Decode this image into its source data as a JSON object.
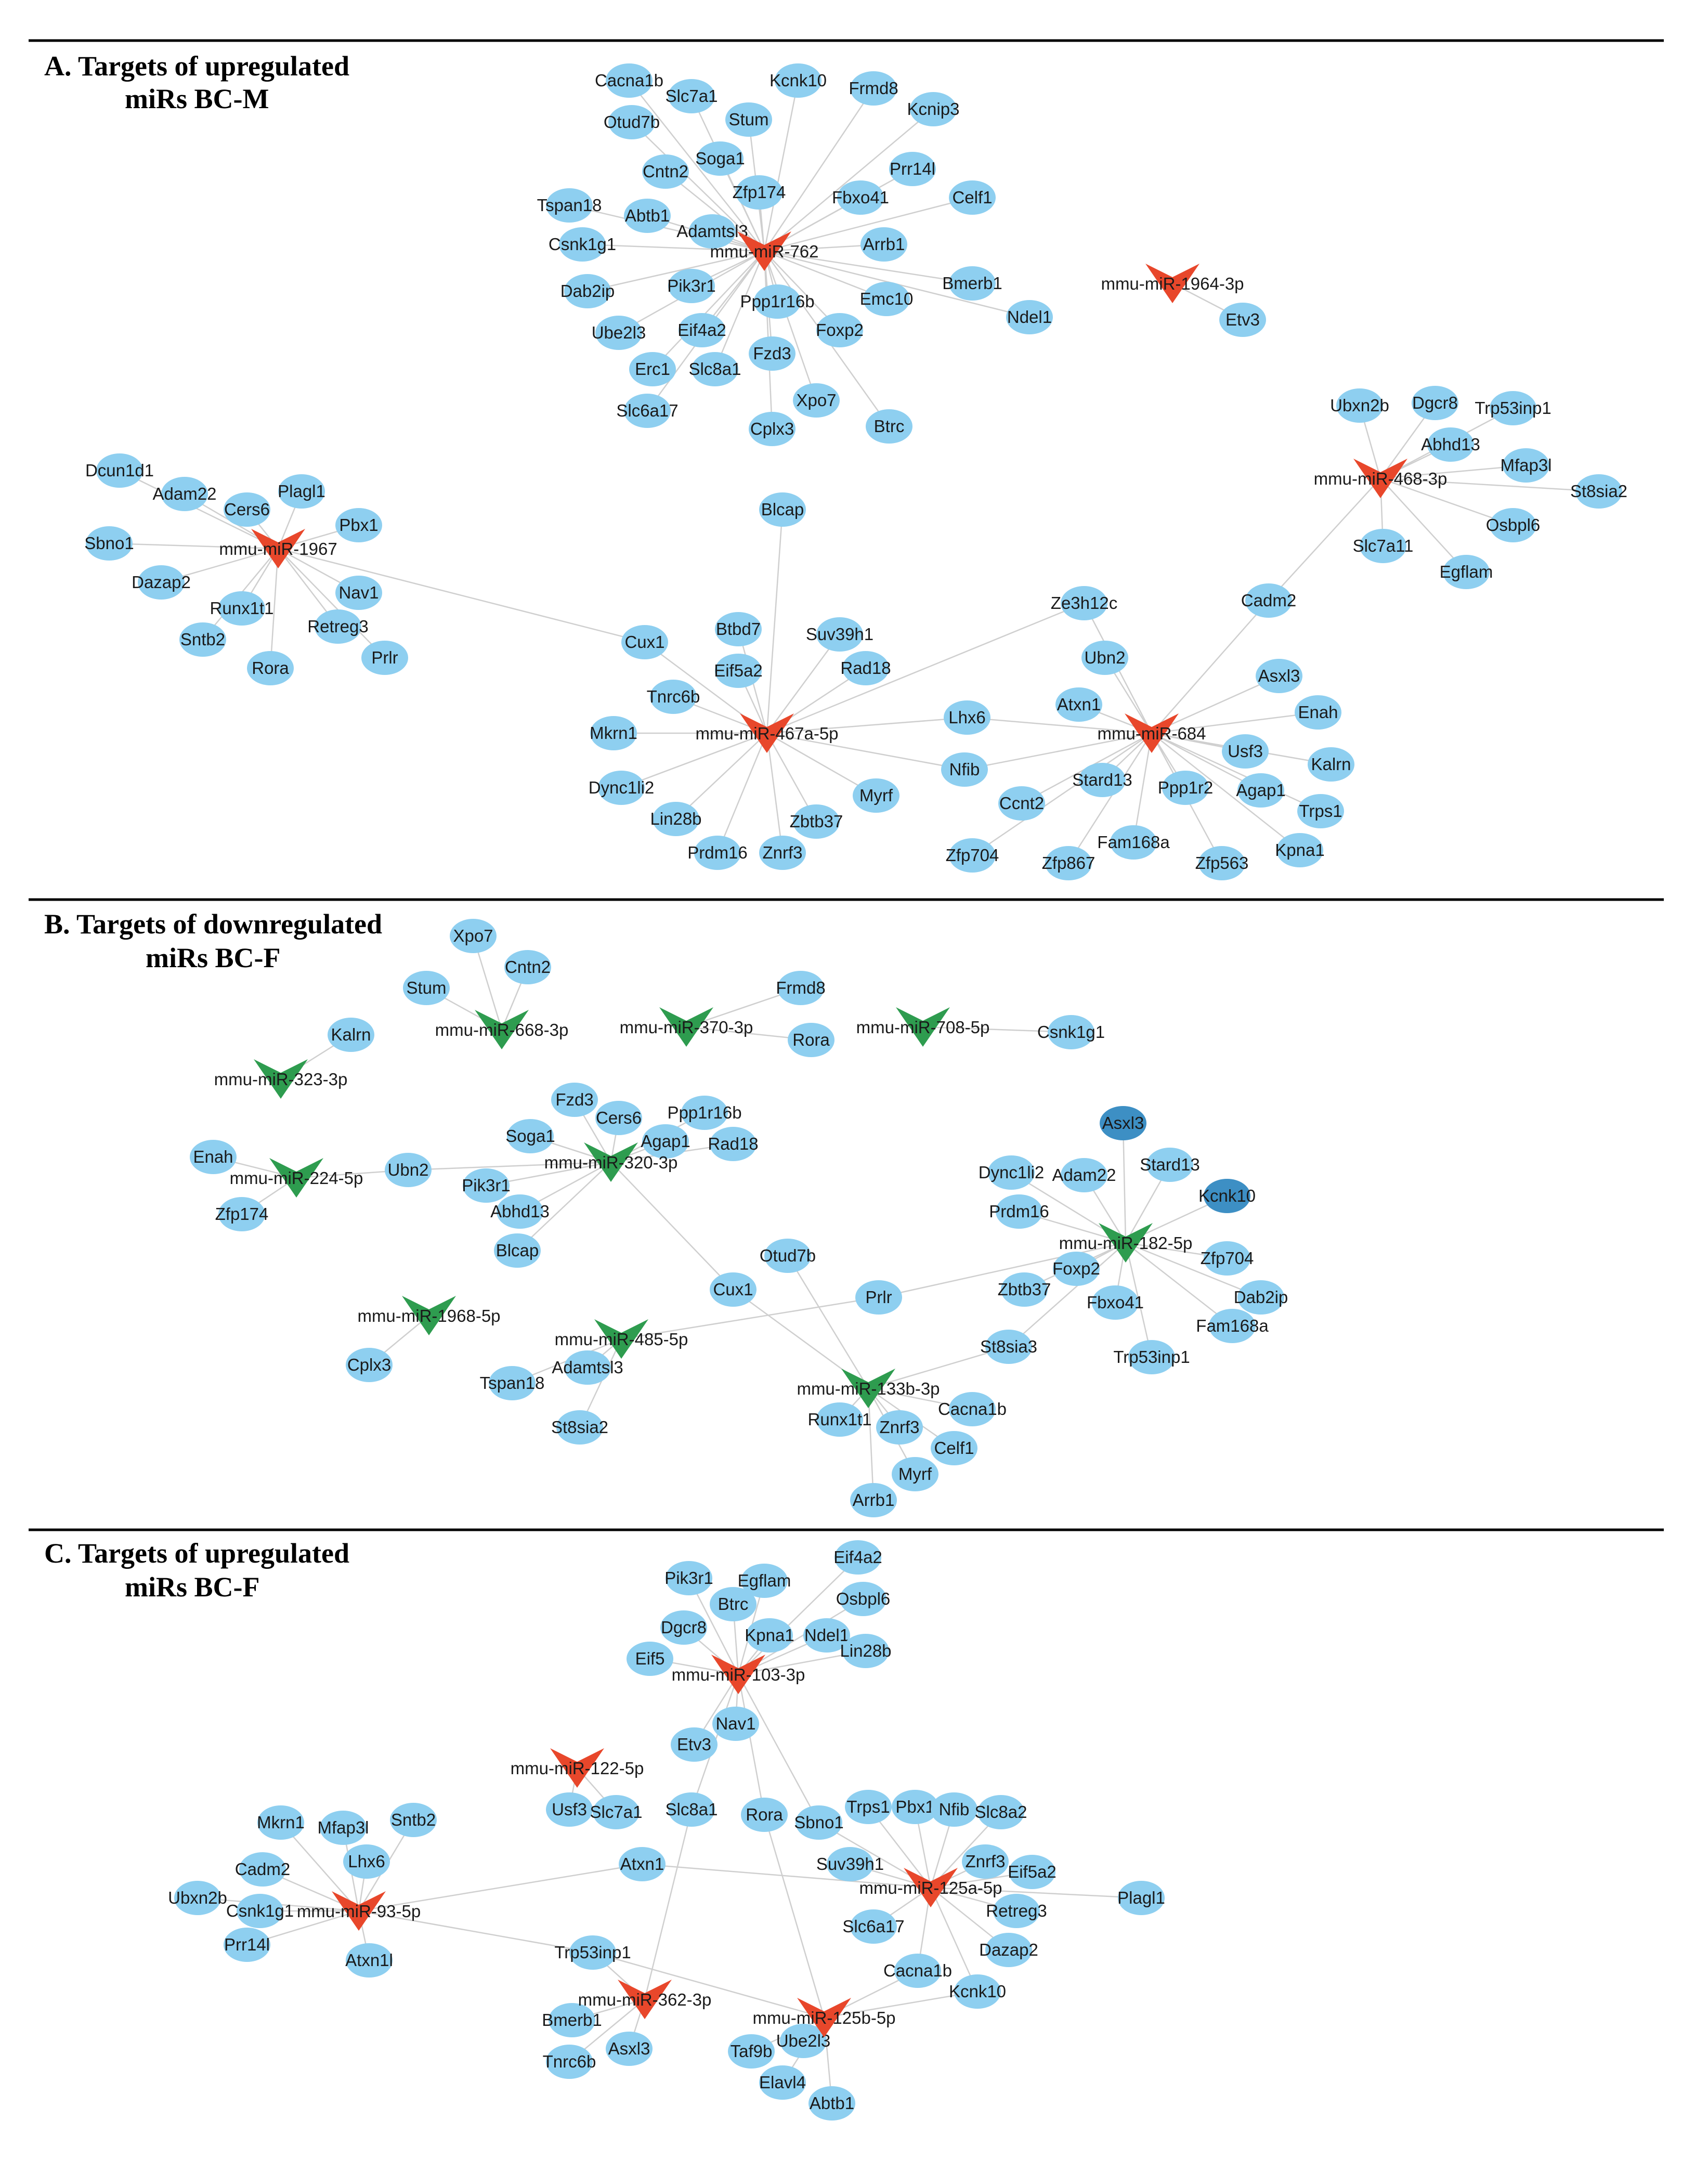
{
  "colors": {
    "gene": "#8ecff0",
    "gene_dark": "#3d8fc4",
    "mir_up": "#e8472b",
    "mir_down": "#2e9c4f",
    "edge": "#cfcfcf"
  },
  "panels": [
    {
      "id": "A",
      "title_line1": "A. Targets of upregulated",
      "title_line2": "miRs BC-M",
      "mirs": [
        {
          "name": "mmu-miR-762",
          "dir": "up",
          "targets": [
            "Cacna1b",
            "Slc7a1",
            "Kcnk10",
            "Frmd8",
            "Kcnip3",
            "Otud7b",
            "Stum",
            "Soga1",
            "Cntn2",
            "Zfp174",
            "Prr14l",
            "Celf1",
            "Tspan18",
            "Abtb1",
            "Adamtsl3",
            "Fbxo41",
            "Csnk1g1",
            "Arrb1",
            "Dab2ip",
            "Pik3r1",
            "Ppp1r16b",
            "Emc10",
            "Bmerb1",
            "Ndel1",
            "Ube2l3",
            "Eif4a2",
            "Fzd3",
            "Foxp2",
            "Erc1",
            "Slc8a1",
            "Slc6a17",
            "Xpo7",
            "Cplx3",
            "Btrc"
          ]
        },
        {
          "name": "mmu-miR-1964-3p",
          "dir": "up",
          "targets": [
            "Etv3"
          ]
        },
        {
          "name": "mmu-miR-468-3p",
          "dir": "up",
          "targets": [
            "Ubxn2b",
            "Dgcr8",
            "Trp53inp1",
            "Abhd13",
            "Mfap3l",
            "St8sia2",
            "Osbpl6",
            "Slc7a11",
            "Egflam",
            "Cadm2"
          ]
        },
        {
          "name": "mmu-miR-1967",
          "dir": "up",
          "targets": [
            "Dcun1d1",
            "Adam22",
            "Plagl1",
            "Cers6",
            "Pbx1",
            "Sbno1",
            "Nav1",
            "Dazap2",
            "Runx1t1",
            "Retreg3",
            "Sntb2",
            "Prlr",
            "Rora",
            "Cux1"
          ]
        },
        {
          "name": "mmu-miR-467a-5p",
          "dir": "up",
          "targets": [
            "Blcap",
            "Cux1",
            "Btbd7",
            "Suv39h1",
            "Eif5a2",
            "Rad18",
            "Tnrc6b",
            "Lhx6",
            "Mkrn1",
            "Nfib",
            "Dync1li2",
            "Myrf",
            "Lin28b",
            "Zbtb37",
            "Prdm16",
            "Znrf3",
            "Ze3h12c"
          ]
        },
        {
          "name": "mmu-miR-684",
          "dir": "up",
          "targets": [
            "Lhx6",
            "Nfib",
            "Cadm2",
            "Ubn2",
            "Asxl3",
            "Atxn1",
            "Enah",
            "Usf3",
            "Kalrn",
            "Stard13",
            "Ppp1r2",
            "Agap1",
            "Trps1",
            "Ccnt2",
            "Fam168a",
            "Kpna1",
            "Zfp704",
            "Zfp867",
            "Zfp563",
            "Ze3h12c"
          ]
        }
      ],
      "genes": [
        "Cacna1b",
        "Slc7a1",
        "Kcnk10",
        "Frmd8",
        "Kcnip3",
        "Otud7b",
        "Stum",
        "Soga1",
        "Cntn2",
        "Zfp174",
        "Prr14l",
        "Celf1",
        "Tspan18",
        "Abtb1",
        "Adamtsl3",
        "Fbxo41",
        "Csnk1g1",
        "Arrb1",
        "Dab2ip",
        "Pik3r1",
        "Ppp1r16b",
        "Emc10",
        "Bmerb1",
        "Ndel1",
        "Ube2l3",
        "Eif4a2",
        "Fzd3",
        "Foxp2",
        "Erc1",
        "Slc8a1",
        "Slc6a17",
        "Xpo7",
        "Cplx3",
        "Btrc",
        "Etv3",
        "Ubxn2b",
        "Dgcr8",
        "Trp53inp1",
        "Abhd13",
        "Mfap3l",
        "St8sia2",
        "Osbpl6",
        "Slc7a11",
        "Egflam",
        "Blcap",
        "Dcun1d1",
        "Adam22",
        "Plagl1",
        "Cers6",
        "Pbx1",
        "Sbno1",
        "Nav1",
        "Dazap2",
        "Runx1t1",
        "Retreg3",
        "Sntb2",
        "Prlr",
        "Rora",
        "Ze3h12c",
        "Cadm2",
        "Cux1",
        "Btbd7",
        "Suv39h1",
        "Eif5a2",
        "Rad18",
        "Ubn2",
        "Asxl3",
        "Tnrc6b",
        "Lhx6",
        "Atxn1",
        "Enah",
        "Mkrn1",
        "Nfib",
        "Usf3",
        "Kalrn",
        "Dync1li2",
        "Stard13",
        "Ppp1r2",
        "Agap1",
        "Myrf",
        "Ccnt2",
        "Trps1",
        "Lin28b",
        "Zbtb37",
        "Fam168a",
        "Prdm16",
        "Znrf3",
        "Zfp704",
        "Zfp867",
        "Zfp563",
        "Kpna1"
      ]
    },
    {
      "id": "B",
      "title_line1": "B. Targets of downregulated",
      "title_line2": "miRs BC-F",
      "mirs": [
        {
          "name": "mmu-miR-668-3p",
          "dir": "down",
          "targets": [
            "Xpo7",
            "Cntn2",
            "Stum"
          ]
        },
        {
          "name": "mmu-miR-370-3p",
          "dir": "down",
          "targets": [
            "Frmd8",
            "Rora"
          ]
        },
        {
          "name": "mmu-miR-708-5p",
          "dir": "down",
          "targets": [
            "Csnk1g1"
          ]
        },
        {
          "name": "mmu-miR-323-3p",
          "dir": "down",
          "targets": [
            "Kalrn"
          ]
        },
        {
          "name": "mmu-miR-224-5p",
          "dir": "down",
          "targets": [
            "Enah",
            "Zfp174",
            "Ubn2"
          ]
        },
        {
          "name": "mmu-miR-320-3p",
          "dir": "down",
          "targets": [
            "Ubn2",
            "Fzd3",
            "Cers6",
            "Ppp1r16b",
            "Soga1",
            "Agap1",
            "Rad18",
            "Pik3r1",
            "Abhd13",
            "Blcap",
            "Cux1"
          ]
        },
        {
          "name": "mmu-miR-182-5p",
          "dir": "down",
          "targets": [
            "Asxl3",
            "Stard13",
            "Dync1li2",
            "Adam22",
            "Kcnk10",
            "Prdm16",
            "Foxp2",
            "Zfp704",
            "Zbtb37",
            "Fbxo41",
            "Dab2ip",
            "Fam168a",
            "Trp53inp1",
            "Prlr",
            "St8sia3"
          ]
        },
        {
          "name": "mmu-miR-1968-5p",
          "dir": "down",
          "targets": [
            "Cplx3"
          ]
        },
        {
          "name": "mmu-miR-485-5p",
          "dir": "down",
          "targets": [
            "Adamtsl3",
            "Tspan18",
            "St8sia2",
            "Prlr"
          ]
        },
        {
          "name": "mmu-miR-133b-3p",
          "dir": "down",
          "targets": [
            "Otud7b",
            "Cux1",
            "St8sia3",
            "Runx1t1",
            "Znrf3",
            "Cacna1b",
            "Celf1",
            "Myrf",
            "Arrb1"
          ]
        }
      ],
      "genes": [
        "Xpo7",
        "Cntn2",
        "Stum",
        "Frmd8",
        "Rora",
        "Csnk1g1",
        "Kalrn",
        "Asxl3",
        "Fzd3",
        "Cers6",
        "Ppp1r16b",
        "Soga1",
        "Agap1",
        "Rad18",
        "Stard13",
        "Enah",
        "Ubn2",
        "Dync1li2",
        "Adam22",
        "Kcnk10",
        "Pik3r1",
        "Abhd13",
        "Zfp174",
        "Prdm16",
        "Blcap",
        "Otud7b",
        "Foxp2",
        "Zfp704",
        "Cux1",
        "Prlr",
        "Zbtb37",
        "Dab2ip",
        "Fbxo41",
        "Fam168a",
        "Trp53inp1",
        "St8sia3",
        "Adamtsl3",
        "Tspan18",
        "Cplx3",
        "St8sia2",
        "Runx1t1",
        "Znrf3",
        "Cacna1b",
        "Celf1",
        "Myrf",
        "Arrb1"
      ]
    },
    {
      "id": "C",
      "title_line1": "C. Targets of upregulated",
      "title_line2": "miRs BC-F",
      "mirs": [
        {
          "name": "mmu-miR-103-3p",
          "dir": "up",
          "targets": [
            "Eif4a2",
            "Pik3r1",
            "Egflam",
            "Btrc",
            "Osbpl6",
            "Dgcr8",
            "Kpna1",
            "Ndel1",
            "Lin28b",
            "Eif5",
            "Nav1",
            "Etv3",
            "Slc8a1",
            "Rora",
            "Sbno1"
          ]
        },
        {
          "name": "mmu-miR-122-5p",
          "dir": "up",
          "targets": [
            "Usf3",
            "Slc7a1"
          ]
        },
        {
          "name": "mmu-miR-93-5p",
          "dir": "up",
          "targets": [
            "Mkrn1",
            "Mfap3l",
            "Sntb2",
            "Cadm2",
            "Lhx6",
            "Ubxn2b",
            "Csnk1g1",
            "Prr14l",
            "Atxn1l",
            "Atxn1",
            "Trp53inp1"
          ]
        },
        {
          "name": "mmu-miR-125a-5p",
          "dir": "up",
          "targets": [
            "Trps1",
            "Pbx1",
            "Nfib",
            "Slc8a2",
            "Sbno1",
            "Znrf3",
            "Suv39h1",
            "Eif5a2",
            "Plagl1",
            "Retreg3",
            "Slc6a17",
            "Dazap2",
            "Cacna1b",
            "Kcnk10",
            "Atxn1"
          ]
        },
        {
          "name": "mmu-miR-362-3p",
          "dir": "up",
          "targets": [
            "Trp53inp1",
            "Bmerb1",
            "Asxl3",
            "Tnrc6b",
            "Slc8a1"
          ]
        },
        {
          "name": "mmu-miR-125b-5p",
          "dir": "up",
          "targets": [
            "Taf9b",
            "Ube2l3",
            "Elavl4",
            "Abtb1",
            "Kcnk10",
            "Cacna1b",
            "Rora",
            "Trp53inp1"
          ]
        }
      ],
      "genes": [
        "Eif4a2",
        "Pik3r1",
        "Egflam",
        "Btrc",
        "Osbpl6",
        "Dgcr8",
        "Kpna1",
        "Ndel1",
        "Lin28b",
        "Eif5",
        "Nav1",
        "Etv3",
        "Usf3",
        "Slc7a1",
        "Slc8a1",
        "Rora",
        "Sbno1",
        "Trps1",
        "Pbx1",
        "Nfib",
        "Slc8a2",
        "Mkrn1",
        "Mfap3l",
        "Sntb2",
        "Cadm2",
        "Lhx6",
        "Atxn1",
        "Suv39h1",
        "Znrf3",
        "Eif5a2",
        "Plagl1",
        "Ubxn2b",
        "Csnk1g1",
        "Retreg3",
        "Prr14l",
        "Atxn1l",
        "Slc6a17",
        "Dazap2",
        "Trp53inp1",
        "Cacna1b",
        "Kcnk10",
        "Bmerb1",
        "Asxl3",
        "Tnrc6b",
        "Taf9b",
        "Ube2l3",
        "Elavl4",
        "Abtb1"
      ]
    }
  ]
}
